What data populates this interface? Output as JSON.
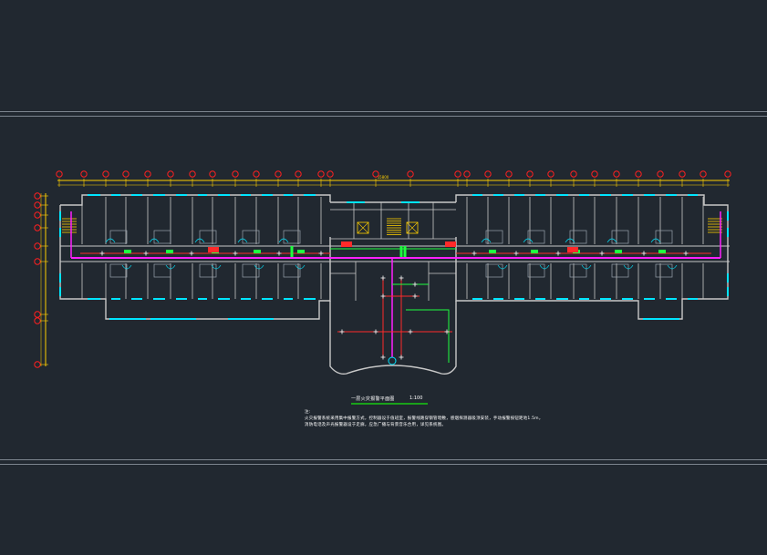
{
  "drawing": {
    "title": "一层火灾报警平面图",
    "scale": "1:100",
    "dimension_total": "55800",
    "notes_heading": "注:",
    "notes_lines": [
      "火灾报警系统采用集中报警方式，控制器设于值班室，报警线路穿钢管暗敷，感烟探测器吸顶安装，手动报警按钮距地1.5m，",
      "消防电话及声光报警器设于走廊，应急广播与背景音乐合用，详见系统图。"
    ]
  },
  "colors": {
    "background": "#212830",
    "wall": "#c8c8c8",
    "window": "#00e5ff",
    "axis": "#ff2020",
    "dimension": "#ffd000",
    "bus_magenta": "#ff20ff",
    "wire_red": "#ff2a2a",
    "wire_green": "#20ff40",
    "title_underline": "#1aa21a"
  }
}
